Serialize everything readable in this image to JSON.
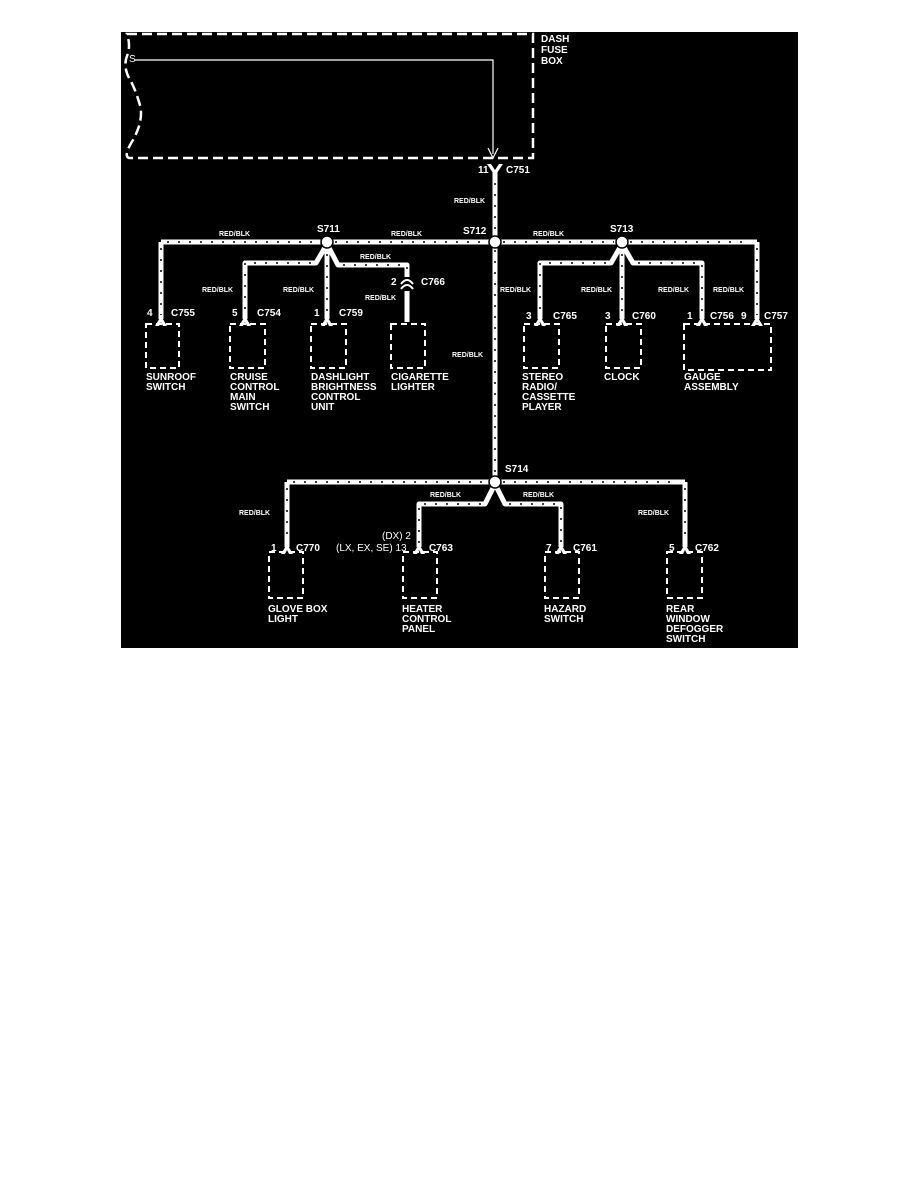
{
  "fuse_box": {
    "label": "DASH\nFUSE\nBOX",
    "terminal": "S"
  },
  "main_feed": {
    "pin": "11",
    "connector": "C751",
    "wire": "RED/BLK"
  },
  "splices": {
    "s711": "S711",
    "s712": "S712",
    "s713": "S713",
    "s714": "S714"
  },
  "wire_color": "RED/BLK",
  "components": [
    {
      "key": "sunroof",
      "pin": "4",
      "connector": "C755",
      "name": "SUNROOF\nSWITCH"
    },
    {
      "key": "cruise",
      "pin": "5",
      "connector": "C754",
      "name": "CRUISE\nCONTROL\nMAIN\nSWITCH"
    },
    {
      "key": "dashlight",
      "pin": "1",
      "connector": "C759",
      "name": "DASHLIGHT\nBRIGHTNESS\nCONTROL\nUNIT"
    },
    {
      "key": "lighter",
      "pin": "2",
      "connector": "C766",
      "name": "CIGARETTE\nLIGHTER"
    },
    {
      "key": "stereo",
      "pin": "3",
      "connector": "C765",
      "name": "STEREO\nRADIO/\nCASSETTE\nPLAYER"
    },
    {
      "key": "clock",
      "pin": "3",
      "connector": "C760",
      "name": "CLOCK"
    },
    {
      "key": "gauge",
      "pin": "1",
      "connector": "C756",
      "pin2": "9",
      "connector2": "C757",
      "name": "GAUGE\nASSEMBLY"
    },
    {
      "key": "glovebox",
      "pin": "1",
      "connector": "C770",
      "name": "GLOVE BOX\nLIGHT"
    },
    {
      "key": "heater",
      "pin": "(DX) 2",
      "pin_alt": "(LX, EX, SE) 13",
      "connector": "C763",
      "name": "HEATER\nCONTROL\nPANEL"
    },
    {
      "key": "hazard",
      "pin": "7",
      "connector": "C761",
      "name": "HAZARD\nSWITCH"
    },
    {
      "key": "defogger",
      "pin": "5",
      "connector": "C762",
      "name": "REAR\nWINDOW\nDEFOGGER\nSWITCH"
    }
  ],
  "colors": {
    "background": "#000000",
    "wire": "#ffffff",
    "stripe": "#000000"
  }
}
